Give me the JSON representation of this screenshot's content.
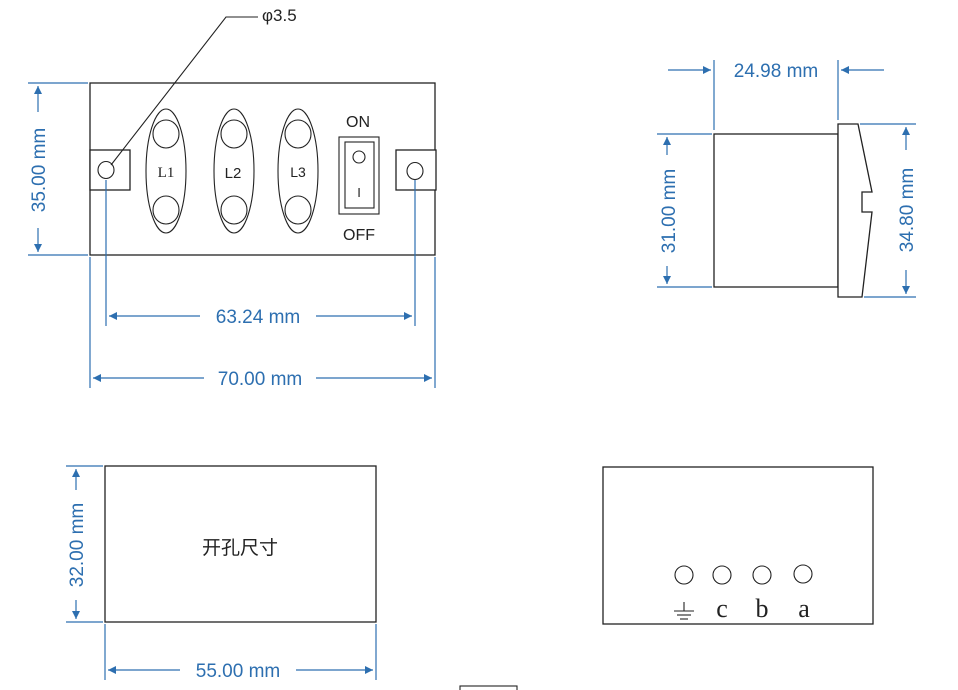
{
  "front": {
    "hole_callout": "φ3.5",
    "height_dim": "35.00 mm",
    "hole_spacing_dim": "63.24 mm",
    "width_dim": "70.00 mm",
    "lamps": [
      "L1",
      "L2",
      "L3"
    ],
    "switch_on": "ON",
    "switch_off": "OFF",
    "switch_mark": "I"
  },
  "side": {
    "depth_dim": "24.98 mm",
    "body_height_dim": "31.00 mm",
    "total_height_dim": "34.80 mm"
  },
  "cutout": {
    "label": "开孔尺寸",
    "height_dim": "32.00 mm",
    "width_dim": "55.00 mm"
  },
  "rear": {
    "terminals": [
      "⏚",
      "c",
      "b",
      "a"
    ]
  },
  "colors": {
    "dimension": "#2d6fb0",
    "outline": "#222222"
  }
}
